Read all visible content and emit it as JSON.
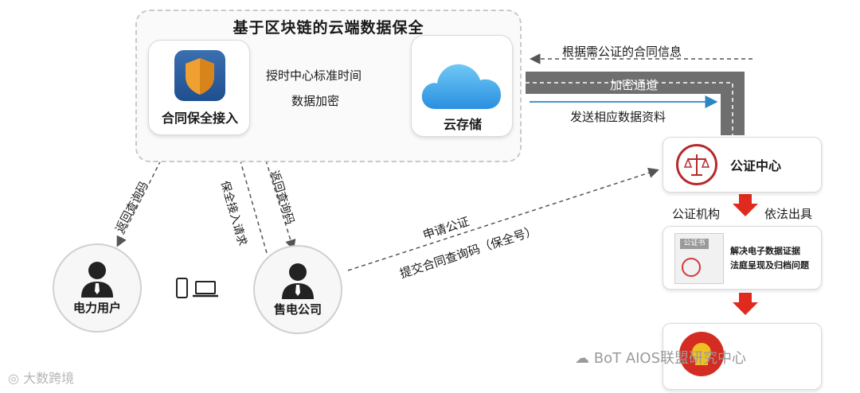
{
  "title": "基于区块链的云端数据保全",
  "nodes": {
    "contract_access": "合同保全接入",
    "cloud": "云存储",
    "notary": "公证中心",
    "power_user": "电力用户",
    "sales_company": "售电公司",
    "certificate_header": "公证书",
    "certificate_text_1": "解决电子数据证据",
    "certificate_text_2": "法庭呈现及归档问题"
  },
  "edges": {
    "timestamp": "授时中心标准时间",
    "encrypt": "数据加密",
    "contract_info": "根据需公证的合同信息",
    "channel": "加密通道",
    "send_data": "发送相应数据资料",
    "notary_org": "公证机构",
    "issue_by_law": "依法出具",
    "return_query_left": "返回查询码",
    "request": "保全接入请求",
    "return_query_right": "返回查询码",
    "apply": "申请公证",
    "submit": "提交合同查询码（保全号）"
  },
  "watermark_left": "大数跨境",
  "watermark_right": "BoT AIOS联盟研究中心",
  "colors": {
    "red": "#e02a1d",
    "blue": "#2e86c1",
    "gray": "#6f6f6f",
    "orange": "#f0a030"
  }
}
